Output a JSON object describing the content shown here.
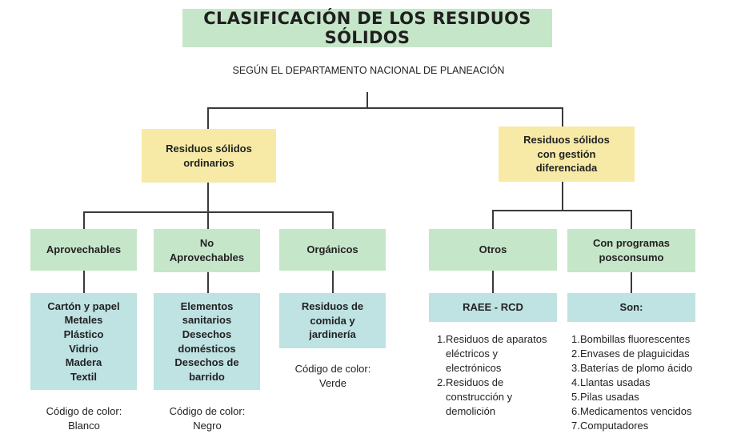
{
  "title": "CLASIFICACIÓN DE LOS RESIDUOS SÓLIDOS",
  "subtitle": "SEGÚN EL DEPARTAMENTO NACIONAL DE PLANEACIÓN",
  "branches": {
    "ordinarios": {
      "label_lines": [
        "Residuos sólidos",
        "ordinarios"
      ],
      "aprovechables": {
        "label": "Aprovechables",
        "items": [
          "Cartón y papel",
          "Metales",
          "Plástico",
          "Vidrio",
          "Madera",
          "Textil"
        ],
        "color_label": "Código de color:",
        "color_value": "Blanco"
      },
      "no_aprovechables": {
        "label_lines": [
          "No",
          "Aprovechables"
        ],
        "items": [
          "Elementos",
          "sanitarios",
          "Desechos",
          "domésticos",
          "Desechos de",
          "barrido"
        ],
        "color_label": "Código de color:",
        "color_value": "Negro"
      },
      "organicos": {
        "label": "Orgánicos",
        "items": [
          "Residuos de",
          "comida y",
          "jardinería"
        ],
        "color_label": "Código de color:",
        "color_value": "Verde"
      }
    },
    "diferenciada": {
      "label_lines": [
        "Residuos sólidos",
        "con gestión",
        "diferenciada"
      ],
      "otros": {
        "label": "Otros",
        "sub_label": "RAEE - RCD",
        "list": [
          {
            "num": "1.",
            "lines": [
              "Residuos de aparatos",
              "eléctricos y",
              "electrónicos"
            ]
          },
          {
            "num": "2.",
            "lines": [
              "Residuos de",
              "construcción y",
              "demolición"
            ]
          }
        ]
      },
      "posconsumo": {
        "label_lines": [
          "Con programas",
          "posconsumo"
        ],
        "sub_label": "Son:",
        "list": [
          {
            "num": "1.",
            "text": "Bombillas fluorescentes"
          },
          {
            "num": "2.",
            "text": "Envases de plaguicidas"
          },
          {
            "num": "3.",
            "text": "Baterías de plomo ácido"
          },
          {
            "num": "4.",
            "text": "Llantas usadas"
          },
          {
            "num": "5.",
            "text": "Pilas usadas"
          },
          {
            "num": "6.",
            "text": "Medicamentos vencidos"
          },
          {
            "num": "7.",
            "text": "Computadores"
          }
        ]
      }
    }
  }
}
